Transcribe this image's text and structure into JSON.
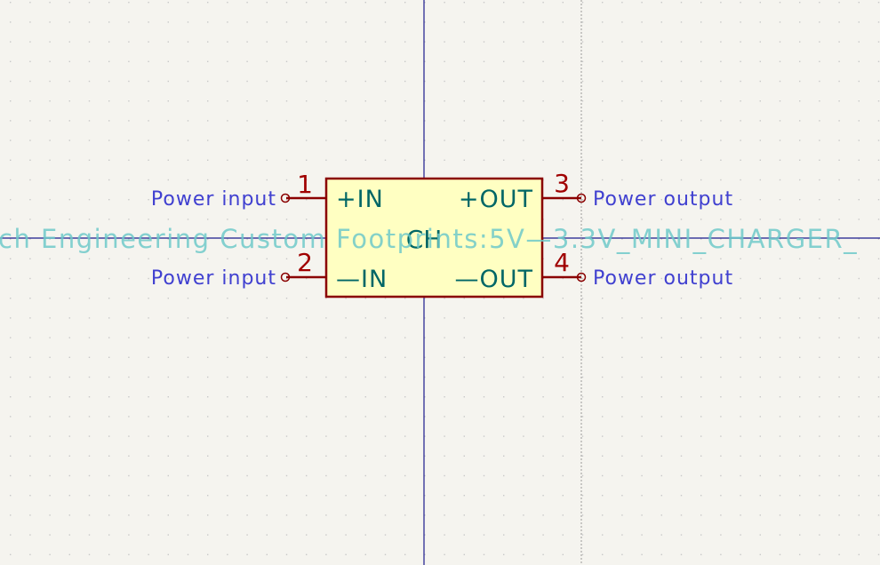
{
  "colors": {
    "background": "#f5f4ef",
    "grid_dot": "#c8c8c8",
    "crosshair": "#1a1a8c",
    "body_fill": "#ffffc2",
    "body_stroke": "#8a0000",
    "pin_line": "#8a0000",
    "pin_number": "#a00000",
    "pin_name": "#006666",
    "electrical_type": "#4040d0",
    "footprint": "#6ec9c9"
  },
  "symbol": {
    "reference": "CH",
    "footprint_text": "ch Engineering Custom Footprints:5V—3.3V_MINI_CHARGER_",
    "pins": [
      {
        "number": "1",
        "name": "+IN",
        "electrical_type": "Power input"
      },
      {
        "number": "2",
        "name": "—IN",
        "electrical_type": "Power input"
      },
      {
        "number": "3",
        "name": "+OUT",
        "electrical_type": "Power output"
      },
      {
        "number": "4",
        "name": "—OUT",
        "electrical_type": "Power output"
      }
    ]
  }
}
